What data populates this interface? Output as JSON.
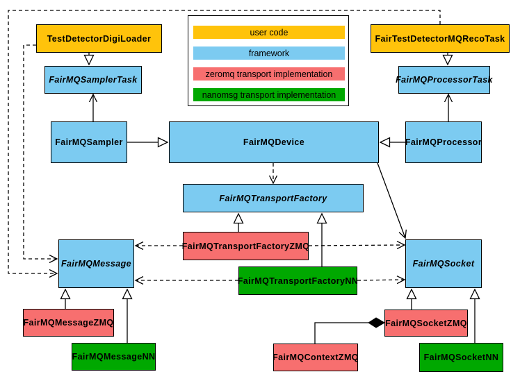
{
  "colors": {
    "user_code": "#FFC30B",
    "framework": "#7CCBF1",
    "zeromq": "#F76F6F",
    "nanomsg": "#00A800",
    "line": "#000000",
    "background": "#FFFFFF"
  },
  "legend": {
    "items": [
      {
        "label": "user code",
        "color_key": "user_code"
      },
      {
        "label": "framework",
        "color_key": "framework"
      },
      {
        "label": "zeromq transport implementation",
        "color_key": "zeromq"
      },
      {
        "label": "nanomsg transport implementation",
        "color_key": "nanomsg"
      }
    ]
  },
  "nodes": {
    "test_detector_digi_loader": {
      "label": "TestDetectorDigiLoader",
      "category": "user_code",
      "abstract": false
    },
    "fair_test_detector_mq_reco_task": {
      "label": "FairTestDetectorMQRecoTask",
      "category": "user_code",
      "abstract": false
    },
    "fairmq_sampler_task": {
      "label": "FairMQSamplerTask",
      "category": "framework",
      "abstract": true
    },
    "fairmq_processor_task": {
      "label": "FairMQProcessorTask",
      "category": "framework",
      "abstract": true
    },
    "fairmq_sampler": {
      "label": "FairMQSampler",
      "category": "framework",
      "abstract": false
    },
    "fairmq_device": {
      "label": "FairMQDevice",
      "category": "framework",
      "abstract": false
    },
    "fairmq_processor": {
      "label": "FairMQProcessor",
      "category": "framework",
      "abstract": false
    },
    "fairmq_transport_factory": {
      "label": "FairMQTransportFactory",
      "category": "framework",
      "abstract": true
    },
    "fairmq_transport_factory_zmq": {
      "label": "FairMQTransportFactoryZMQ",
      "category": "zeromq",
      "abstract": false
    },
    "fairmq_transport_factory_nn": {
      "label": "FairMQTransportFactoryNN",
      "category": "nanomsg",
      "abstract": false
    },
    "fairmq_message": {
      "label": "FairMQMessage",
      "category": "framework",
      "abstract": true
    },
    "fairmq_socket": {
      "label": "FairMQSocket",
      "category": "framework",
      "abstract": true
    },
    "fairmq_message_zmq": {
      "label": "FairMQMessageZMQ",
      "category": "zeromq",
      "abstract": false
    },
    "fairmq_message_nn": {
      "label": "FairMQMessageNN",
      "category": "nanomsg",
      "abstract": false
    },
    "fairmq_socket_zmq": {
      "label": "FairMQSocketZMQ",
      "category": "zeromq",
      "abstract": false
    },
    "fairmq_socket_nn": {
      "label": "FairMQSocketNN",
      "category": "nanomsg",
      "abstract": false
    },
    "fairmq_context_zmq": {
      "label": "FairMQContextZMQ",
      "category": "zeromq",
      "abstract": false
    }
  },
  "edges": [
    {
      "from": "TestDetectorDigiLoader",
      "to": "FairMQSamplerTask",
      "type": "inheritance"
    },
    {
      "from": "FairTestDetectorMQRecoTask",
      "to": "FairMQProcessorTask",
      "type": "inheritance"
    },
    {
      "from": "FairMQSampler",
      "to": "FairMQDevice",
      "type": "inheritance"
    },
    {
      "from": "FairMQProcessor",
      "to": "FairMQDevice",
      "type": "inheritance"
    },
    {
      "from": "FairMQSampler",
      "to": "FairMQSamplerTask",
      "type": "association"
    },
    {
      "from": "FairMQProcessor",
      "to": "FairMQProcessorTask",
      "type": "association"
    },
    {
      "from": "FairMQDevice",
      "to": "FairMQSocket",
      "type": "association"
    },
    {
      "from": "FairMQDevice",
      "to": "FairMQTransportFactory",
      "type": "dependency"
    },
    {
      "from": "FairMQTransportFactoryZMQ",
      "to": "FairMQTransportFactory",
      "type": "inheritance"
    },
    {
      "from": "FairMQTransportFactoryNN",
      "to": "FairMQTransportFactory",
      "type": "inheritance"
    },
    {
      "from": "FairMQTransportFactoryZMQ",
      "to": "FairMQMessage",
      "type": "dependency"
    },
    {
      "from": "FairMQTransportFactoryZMQ",
      "to": "FairMQSocket",
      "type": "dependency"
    },
    {
      "from": "FairMQTransportFactoryNN",
      "to": "FairMQMessage",
      "type": "dependency"
    },
    {
      "from": "FairMQTransportFactoryNN",
      "to": "FairMQSocket",
      "type": "dependency"
    },
    {
      "from": "TestDetectorDigiLoader",
      "to": "FairMQMessage",
      "type": "dependency"
    },
    {
      "from": "FairTestDetectorMQRecoTask",
      "to": "FairMQMessage",
      "type": "dependency"
    },
    {
      "from": "FairMQMessageZMQ",
      "to": "FairMQMessage",
      "type": "inheritance"
    },
    {
      "from": "FairMQMessageNN",
      "to": "FairMQMessage",
      "type": "inheritance"
    },
    {
      "from": "FairMQSocketZMQ",
      "to": "FairMQSocket",
      "type": "inheritance"
    },
    {
      "from": "FairMQSocketNN",
      "to": "FairMQSocket",
      "type": "inheritance"
    },
    {
      "from": "FairMQSocketZMQ",
      "to": "FairMQContextZMQ",
      "type": "composition"
    }
  ]
}
